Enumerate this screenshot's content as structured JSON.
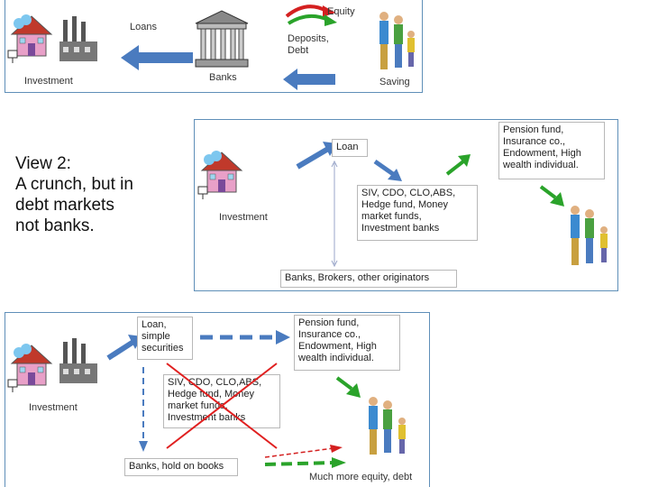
{
  "panel1": {
    "labels": {
      "loans": "Loans",
      "equity": "Equity",
      "deposits_line1": "Deposits,",
      "deposits_line2": "Debt",
      "investment": "Investment",
      "banks": "Banks",
      "saving": "Saving"
    }
  },
  "caption": {
    "line1": "View 2:",
    "line2": "A crunch, but in",
    "line3": "debt markets",
    "line4": "not banks."
  },
  "panel2": {
    "investment": "Investment",
    "loan": "Loan",
    "pension_box": [
      "Pension fund,",
      "Insurance co.,",
      "Endowment, High",
      "wealth individual."
    ],
    "siv_box": [
      "SIV, CDO, CLO,ABS,",
      "Hedge fund, Money",
      "market funds,",
      "Investment banks"
    ],
    "banks_box": "Banks, Brokers, other originators"
  },
  "panel3": {
    "investment": "Investment",
    "loan_box": [
      "Loan,",
      "simple",
      "securities"
    ],
    "pension_box": [
      "Pension fund,",
      "Insurance co.,",
      "Endowment, High",
      "wealth individual."
    ],
    "siv_box": [
      "SIV, CDO, CLO,ABS,",
      "Hedge fund, Money",
      "market funds,",
      "Investment banks"
    ],
    "banks_box": "Banks, hold on books",
    "equity_debt": "Much more equity, debt"
  },
  "colors": {
    "blue_arrow": "#4a7bbf",
    "green_arrow": "#2aa32a",
    "red_arrow": "#d42020",
    "cross": "#e02020",
    "panel_border": "#5f8fb8"
  }
}
